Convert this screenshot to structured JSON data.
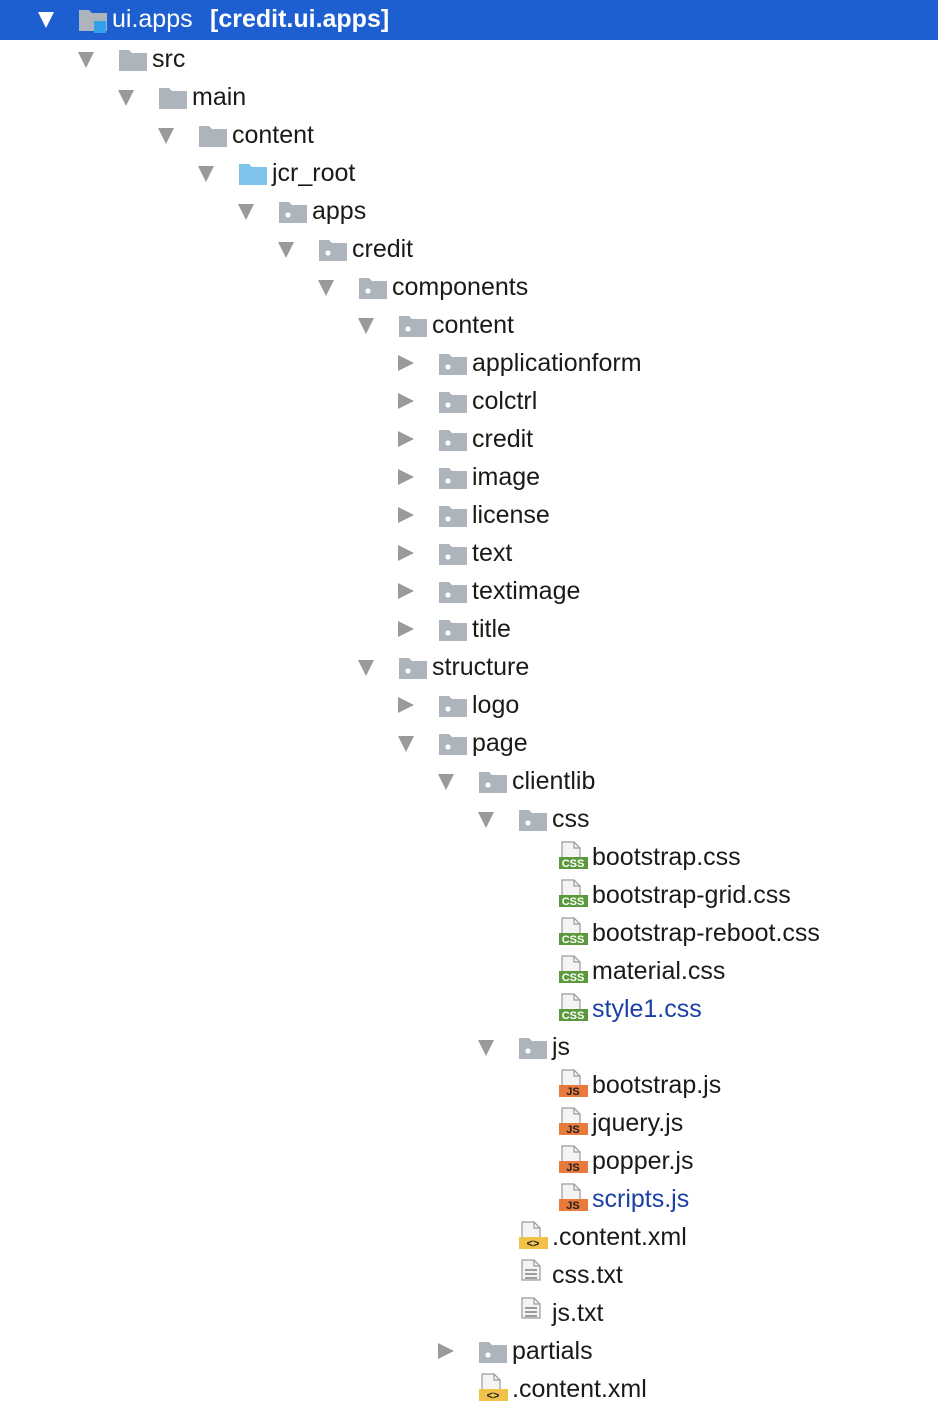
{
  "window": {
    "title": "ui.apps [credit.ui.apps]"
  },
  "tree": [
    {
      "label": "ui.apps",
      "suffix": "[credit.ui.apps]",
      "depth": 0,
      "state": "expanded",
      "icon": "module-folder-icon",
      "selected": true
    },
    {
      "label": "src",
      "depth": 1,
      "state": "expanded",
      "icon": "folder-icon"
    },
    {
      "label": "main",
      "depth": 2,
      "state": "expanded",
      "icon": "folder-icon"
    },
    {
      "label": "content",
      "depth": 3,
      "state": "expanded",
      "icon": "folder-icon"
    },
    {
      "label": "jcr_root",
      "depth": 4,
      "state": "expanded",
      "icon": "source-root-folder-icon"
    },
    {
      "label": "apps",
      "depth": 5,
      "state": "expanded",
      "icon": "package-folder-icon"
    },
    {
      "label": "credit",
      "depth": 6,
      "state": "expanded",
      "icon": "package-folder-icon"
    },
    {
      "label": "components",
      "depth": 7,
      "state": "expanded",
      "icon": "package-folder-icon"
    },
    {
      "label": "content",
      "depth": 8,
      "state": "expanded",
      "icon": "package-folder-icon"
    },
    {
      "label": "applicationform",
      "depth": 9,
      "state": "collapsed",
      "icon": "package-folder-icon"
    },
    {
      "label": "colctrl",
      "depth": 9,
      "state": "collapsed",
      "icon": "package-folder-icon"
    },
    {
      "label": "credit",
      "depth": 9,
      "state": "collapsed",
      "icon": "package-folder-icon"
    },
    {
      "label": "image",
      "depth": 9,
      "state": "collapsed",
      "icon": "package-folder-icon"
    },
    {
      "label": "license",
      "depth": 9,
      "state": "collapsed",
      "icon": "package-folder-icon"
    },
    {
      "label": "text",
      "depth": 9,
      "state": "collapsed",
      "icon": "package-folder-icon"
    },
    {
      "label": "textimage",
      "depth": 9,
      "state": "collapsed",
      "icon": "package-folder-icon"
    },
    {
      "label": "title",
      "depth": 9,
      "state": "collapsed",
      "icon": "package-folder-icon"
    },
    {
      "label": "structure",
      "depth": 8,
      "state": "expanded",
      "icon": "package-folder-icon"
    },
    {
      "label": "logo",
      "depth": 9,
      "state": "collapsed",
      "icon": "package-folder-icon"
    },
    {
      "label": "page",
      "depth": 9,
      "state": "expanded",
      "icon": "package-folder-icon"
    },
    {
      "label": "clientlib",
      "depth": 10,
      "state": "expanded",
      "icon": "package-folder-icon"
    },
    {
      "label": "css",
      "depth": 11,
      "state": "expanded",
      "icon": "package-folder-icon"
    },
    {
      "label": "bootstrap.css",
      "depth": 12,
      "state": "leaf",
      "icon": "css-file-icon",
      "badge": "CSS"
    },
    {
      "label": "bootstrap-grid.css",
      "depth": 12,
      "state": "leaf",
      "icon": "css-file-icon",
      "badge": "CSS"
    },
    {
      "label": "bootstrap-reboot.css",
      "depth": 12,
      "state": "leaf",
      "icon": "css-file-icon",
      "badge": "CSS"
    },
    {
      "label": "material.css",
      "depth": 12,
      "state": "leaf",
      "icon": "css-file-icon",
      "badge": "CSS"
    },
    {
      "label": "style1.css",
      "depth": 12,
      "state": "leaf",
      "icon": "css-file-icon",
      "badge": "CSS",
      "modified": true
    },
    {
      "label": "js",
      "depth": 11,
      "state": "expanded",
      "icon": "package-folder-icon"
    },
    {
      "label": "bootstrap.js",
      "depth": 12,
      "state": "leaf",
      "icon": "js-file-icon",
      "badge": "JS"
    },
    {
      "label": "jquery.js",
      "depth": 12,
      "state": "leaf",
      "icon": "js-file-icon",
      "badge": "JS"
    },
    {
      "label": "popper.js",
      "depth": 12,
      "state": "leaf",
      "icon": "js-file-icon",
      "badge": "JS"
    },
    {
      "label": "scripts.js",
      "depth": 12,
      "state": "leaf",
      "icon": "js-file-icon",
      "badge": "JS",
      "modified": true
    },
    {
      "label": ".content.xml",
      "depth": 11,
      "state": "leaf",
      "icon": "xml-file-icon",
      "badge": "<>"
    },
    {
      "label": "css.txt",
      "depth": 11,
      "state": "leaf",
      "icon": "text-file-icon"
    },
    {
      "label": "js.txt",
      "depth": 11,
      "state": "leaf",
      "icon": "text-file-icon"
    },
    {
      "label": "partials",
      "depth": 10,
      "state": "collapsed",
      "icon": "package-folder-icon"
    },
    {
      "label": ".content.xml",
      "depth": 10,
      "state": "leaf",
      "icon": "xml-file-icon",
      "badge": "<>"
    }
  ],
  "colors": {
    "selection": "#1d5fd1",
    "folder": "#aeb4bc",
    "source_root": "#7ec4ea",
    "css_badge": "#5b9a3c",
    "js_badge": "#e87b3c",
    "xml_badge": "#f0c24a",
    "modified_text": "#1b40a6"
  }
}
